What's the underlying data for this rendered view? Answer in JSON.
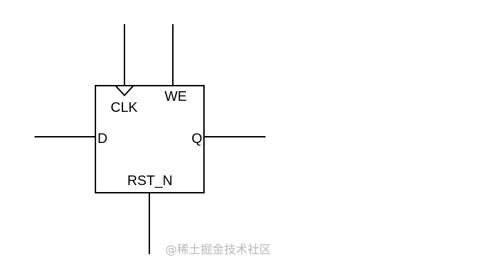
{
  "pins": {
    "clk": "CLK",
    "we": "WE",
    "d": "D",
    "q": "Q",
    "rst_n": "RST_N"
  },
  "watermark": {
    "text": "@稀土掘金技术社区"
  },
  "colors": {
    "line": "#000000",
    "background": "#ffffff",
    "watermark": "#b9b9b9"
  }
}
